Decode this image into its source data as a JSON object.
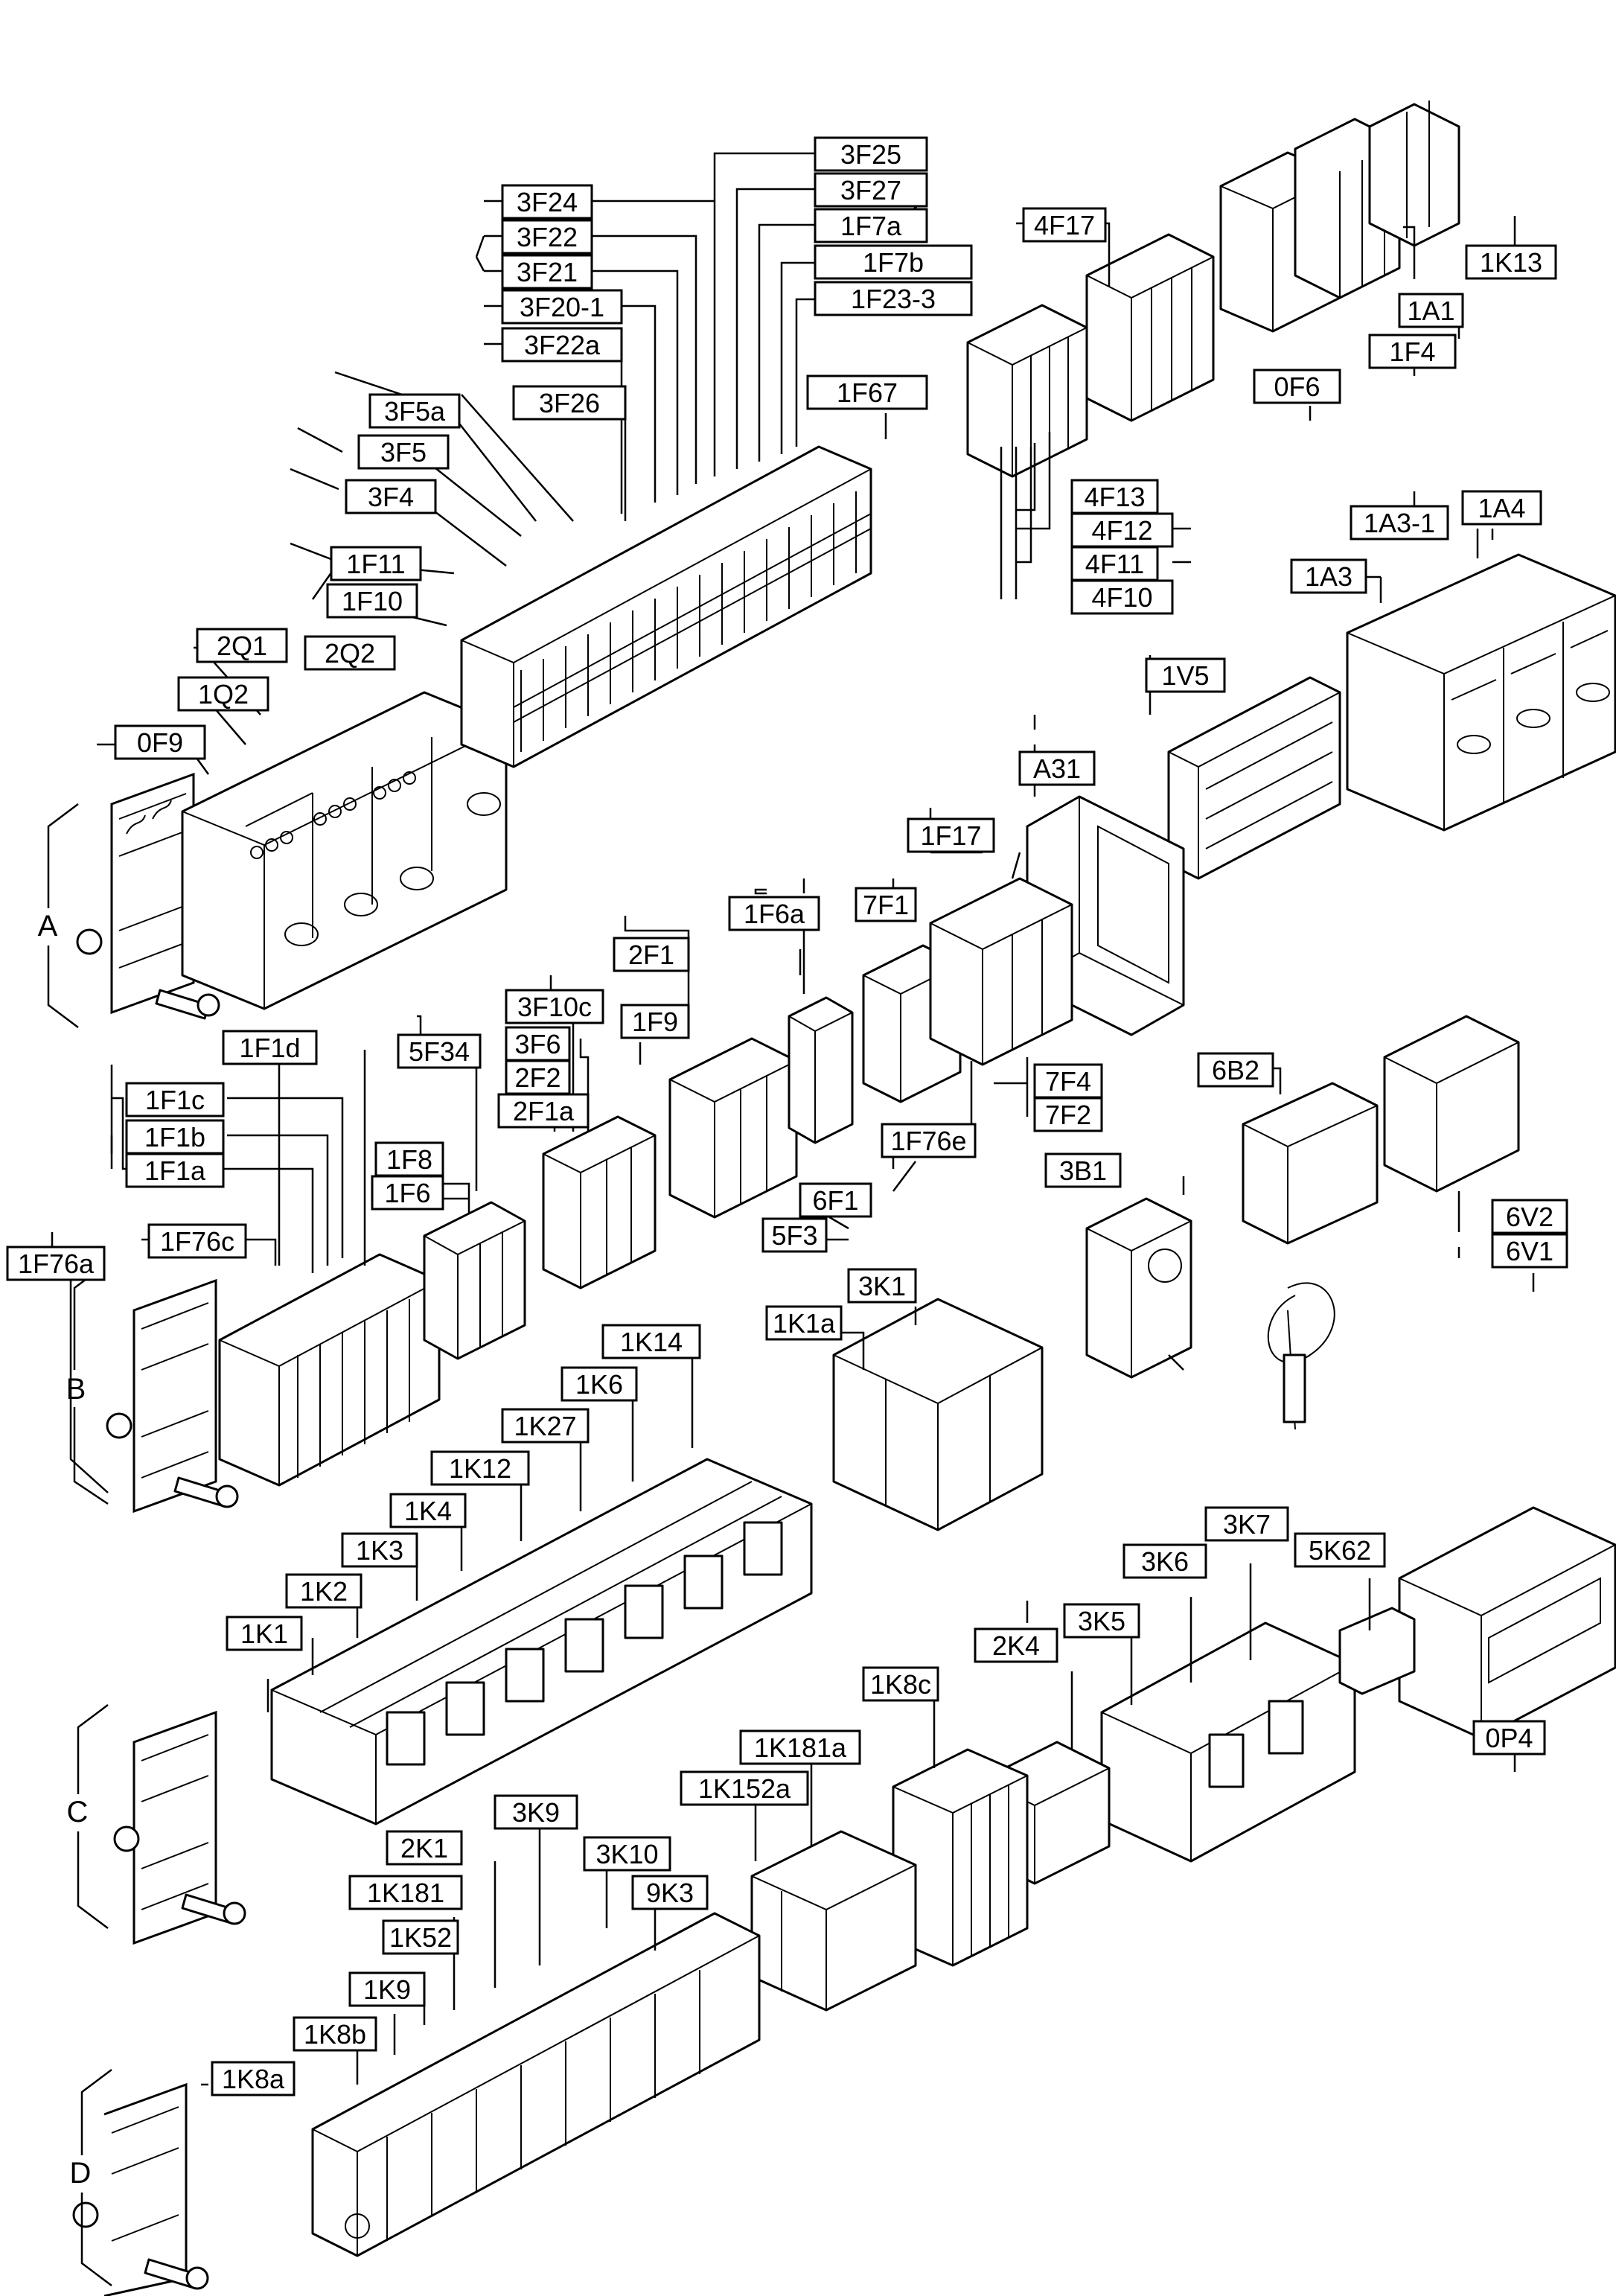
{
  "row_labels": [
    "A",
    "B",
    "C",
    "D"
  ],
  "groups": {
    "row_a_components": [
      "3F25",
      "3F27",
      "1F7a",
      "1F7b",
      "1F23-3",
      "3F24",
      "3F22",
      "3F21",
      "3F20-1",
      "3F22a",
      "1F67",
      "3F26",
      "3F5a",
      "3F5",
      "3F4",
      "1F11",
      "1F10",
      "2Q1",
      "2Q2",
      "1Q2",
      "0F9"
    ],
    "upper_right_components": [
      "4F17",
      "1K13",
      "1A1",
      "1F4",
      "0F6",
      "4F13",
      "4F12",
      "4F11",
      "4F10",
      "1A3-1",
      "1A4",
      "1A3",
      "1V5",
      "A31",
      "1F17"
    ],
    "row_b_components": [
      "1F6a",
      "7F1",
      "2F1",
      "3F10c",
      "1F9",
      "3F6",
      "2F2",
      "2F1a",
      "1F1d",
      "5F34",
      "1F1c",
      "1F1b",
      "1F1a",
      "1F8",
      "1F6",
      "1F76c",
      "1F76a",
      "7F4",
      "7F2",
      "1F76e",
      "6F1",
      "5F3",
      "6B2",
      "3B1",
      "6V2",
      "6V1"
    ],
    "row_c_components": [
      "3K1",
      "1K1a",
      "1K14",
      "1K6",
      "1K27",
      "1K12",
      "1K4",
      "1K3",
      "1K2",
      "1K1",
      "5K62",
      "3K7",
      "3K6",
      "3K5",
      "2K4",
      "0P4"
    ],
    "row_d_components": [
      "1K8c",
      "1K181a",
      "1K152a",
      "3K9",
      "2K1",
      "3K10",
      "1K181",
      "9K3",
      "1K52",
      "1K9",
      "1K8b",
      "1K8a"
    ]
  }
}
